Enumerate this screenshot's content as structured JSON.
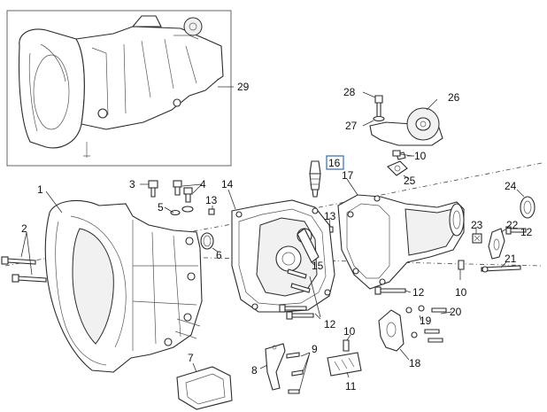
{
  "callouts": [
    {
      "id": "c1",
      "label": "1"
    },
    {
      "id": "c2",
      "label": "2"
    },
    {
      "id": "c3",
      "label": "3"
    },
    {
      "id": "c4",
      "label": "4"
    },
    {
      "id": "c5",
      "label": "5"
    },
    {
      "id": "c6",
      "label": "6"
    },
    {
      "id": "c7",
      "label": "7"
    },
    {
      "id": "c8",
      "label": "8"
    },
    {
      "id": "c9",
      "label": "9"
    },
    {
      "id": "c10a",
      "label": "10"
    },
    {
      "id": "c10b",
      "label": "10"
    },
    {
      "id": "c10c",
      "label": "10"
    },
    {
      "id": "c11",
      "label": "11"
    },
    {
      "id": "c12a",
      "label": "12"
    },
    {
      "id": "c12b",
      "label": "12"
    },
    {
      "id": "c12c",
      "label": "12"
    },
    {
      "id": "c13a",
      "label": "13"
    },
    {
      "id": "c13b",
      "label": "13"
    },
    {
      "id": "c14",
      "label": "14"
    },
    {
      "id": "c15",
      "label": "15"
    },
    {
      "id": "c16",
      "label": "16",
      "highlighted": true
    },
    {
      "id": "c17",
      "label": "17"
    },
    {
      "id": "c18",
      "label": "18"
    },
    {
      "id": "c19",
      "label": "19"
    },
    {
      "id": "c20",
      "label": "20"
    },
    {
      "id": "c21",
      "label": "21"
    },
    {
      "id": "c22",
      "label": "22"
    },
    {
      "id": "c23",
      "label": "23"
    },
    {
      "id": "c24",
      "label": "24"
    },
    {
      "id": "c25",
      "label": "25"
    },
    {
      "id": "c26",
      "label": "26"
    },
    {
      "id": "c27",
      "label": "27"
    },
    {
      "id": "c28",
      "label": "28"
    },
    {
      "id": "c29",
      "label": "29"
    }
  ],
  "colors": {
    "line": "#2b2b2b",
    "highlight": "#2f6db5",
    "background": "#ffffff"
  }
}
